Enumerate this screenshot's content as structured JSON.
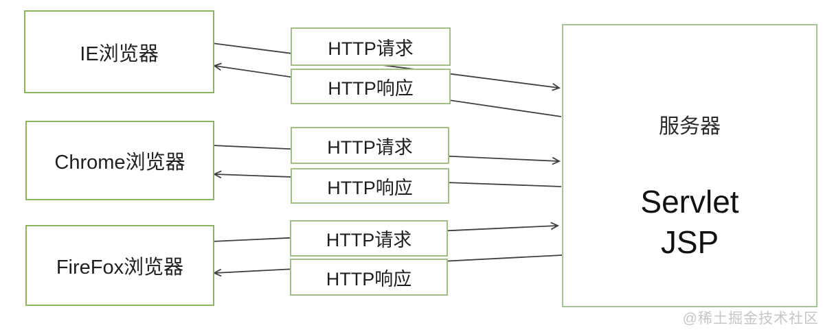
{
  "diagram": {
    "browsers": [
      {
        "label": "IE浏览器"
      },
      {
        "label": "Chrome浏览器"
      },
      {
        "label": "FireFox浏览器"
      }
    ],
    "rows": [
      {
        "request": "HTTP请求",
        "response": "HTTP响应"
      },
      {
        "request": "HTTP请求",
        "response": "HTTP响应"
      },
      {
        "request": "HTTP请求",
        "response": "HTTP响应"
      }
    ],
    "server": {
      "title": "服务器",
      "tech_line1": "Servlet",
      "tech_line2": "JSP"
    },
    "watermark": "@稀土掘金技术社区",
    "colors": {
      "browser_box_border": "#8CB45E",
      "label_box_border": "#A3BE85",
      "server_box_border": "#A6C396",
      "arrow_line": "#3F3F3F",
      "watermark_text": "#C6C6C6",
      "background": "#FFFFFF"
    }
  }
}
